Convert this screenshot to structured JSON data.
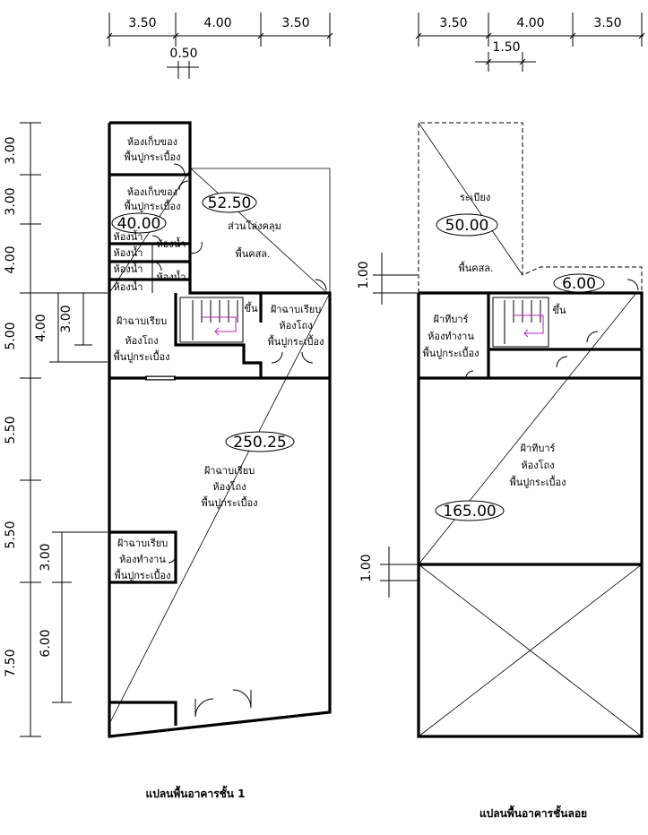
{
  "title_ground_floor": "แปลนพื้นอาคารชั้น 1",
  "title_mezzanine": "แปลนพื้นอาคารชั้นลอย",
  "dimensions": {
    "top_left": [
      "3.50",
      "4.00",
      "3.50",
      "0.50"
    ],
    "top_right": [
      "3.50",
      "4.00",
      "3.50",
      "1.50"
    ],
    "left_outer": [
      "3.00",
      "3.00",
      "4.00",
      "5.00",
      "5.50",
      "5.50",
      "7.50"
    ],
    "left_inner": [
      "4.00",
      "3.00",
      "3.00",
      "6.00"
    ],
    "right_side": [
      "1.00",
      "1.00"
    ]
  },
  "ground_floor": {
    "area_total": "250.25",
    "area_upper_left": "40.00",
    "area_upper_right": "52.50",
    "rooms": {
      "storage1_a": "ห้องเก็บของ",
      "storage1_b": "พื้นปูกระเบื้อง",
      "storage2_a": "ห้องเก็บของ",
      "storage2_b": "พื้นปูกระเบื้อง",
      "bath_a": "ห้องน้ำ",
      "bath_b": "ห้องน้ำ",
      "bath_c": "ห้องน้ำ",
      "bath_d": "ห้องน้ำ",
      "bath_e": "ห้องน้ำ",
      "courtyard_a": "ส่วนโล่งคลุม",
      "courtyard_b": "พื้นคสล.",
      "hall_a": "ฝ้าฉาบเรียบ",
      "hall_b": "ห้องโถง",
      "hall_c": "พื้นปูกระเบื้อง",
      "hall2_a": "ฝ้าฉาบเรียบ",
      "hall2_b": "ห้องโถง",
      "hall2_c": "พื้นปูกระเบื้อง",
      "stair_up": "ขึ้น",
      "main_a": "ฝ้าฉาบเรียบ",
      "main_b": "ห้องโถง",
      "main_c": "พื้นปูกระเบื้อง",
      "office_a": "ฝ้าฉาบเรียบ",
      "office_b": "ห้องทำงาน",
      "office_c": "พื้นปูกระเบื้อง"
    }
  },
  "mezzanine": {
    "area_terrace": "50.00",
    "area_small": "6.00",
    "area_main": "165.00",
    "rooms": {
      "terrace_a": "ระเบียง",
      "terrace_b": "พื้นคสล.",
      "work_a": "ฝ้าทีบาร์",
      "work_b": "ห้องทำงาน",
      "work_c": "พื้นปูกระเบื้อง",
      "stair_up": "ขึ้น",
      "main_a": "ฝ้าทีบาร์",
      "main_b": "ห้องโถง",
      "main_c": "พื้นปูกระเบื้อง"
    }
  }
}
